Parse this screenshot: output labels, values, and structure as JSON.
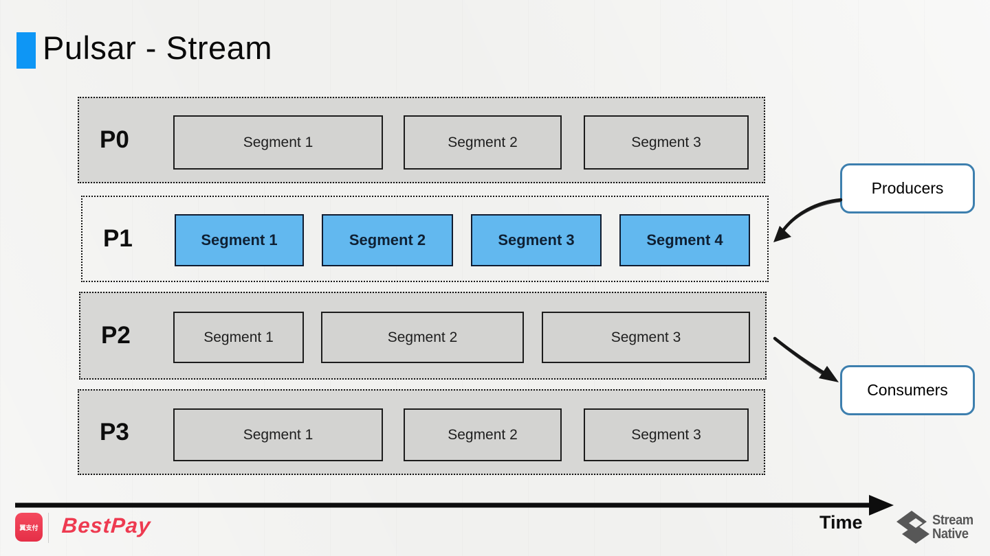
{
  "title": "Pulsar - Stream",
  "partitions": [
    {
      "label": "P0",
      "segments": [
        "Segment 1",
        "Segment 2",
        "Segment 3"
      ]
    },
    {
      "label": "P1",
      "segments": [
        "Segment 1",
        "Segment 2",
        "Segment 3",
        "Segment 4"
      ]
    },
    {
      "label": "P2",
      "segments": [
        "Segment 1",
        "Segment 2",
        "Segment 3"
      ]
    },
    {
      "label": "P3",
      "segments": [
        "Segment 1",
        "Segment 2",
        "Segment 3"
      ]
    }
  ],
  "annotations": {
    "producers": "Producers",
    "consumers": "Consumers",
    "time_label": "Time"
  },
  "footer": {
    "bestpay_icon": "翼支付",
    "bestpay_name": "BestPay",
    "streamnative_top": "Stream",
    "streamnative_bottom": "Native"
  },
  "colors": {
    "accent_blue": "#0e96f5",
    "segment_blue": "#62b8ef",
    "annotation_border_blue": "#3d7fae",
    "partition_gray": "#d7d7d5",
    "brand_red": "#ee3a50",
    "streamnative_gray": "#575757"
  }
}
